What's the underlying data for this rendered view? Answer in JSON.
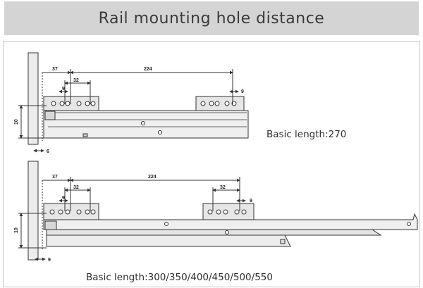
{
  "header": {
    "title": "Rail mounting hole distance"
  },
  "diagram_top": {
    "caption": "Basic length:270",
    "dims": {
      "d37": "37",
      "d224": "224",
      "d32": "32",
      "d9a": "9",
      "d9b": "9",
      "d10": "10",
      "d6": "6"
    }
  },
  "diagram_bottom": {
    "caption": "Basic length:300/350/400/450/500/550",
    "dims": {
      "d37": "37",
      "d224": "224",
      "d32a": "32",
      "d32b": "32",
      "d9a": "9",
      "d9b": "9",
      "d10": "10",
      "d9c": "9"
    }
  },
  "colors": {
    "header_bg": "#d4d4d4",
    "panel_border": "#c8c8c8",
    "line": "#333333",
    "fill": "#e6e6e6"
  }
}
